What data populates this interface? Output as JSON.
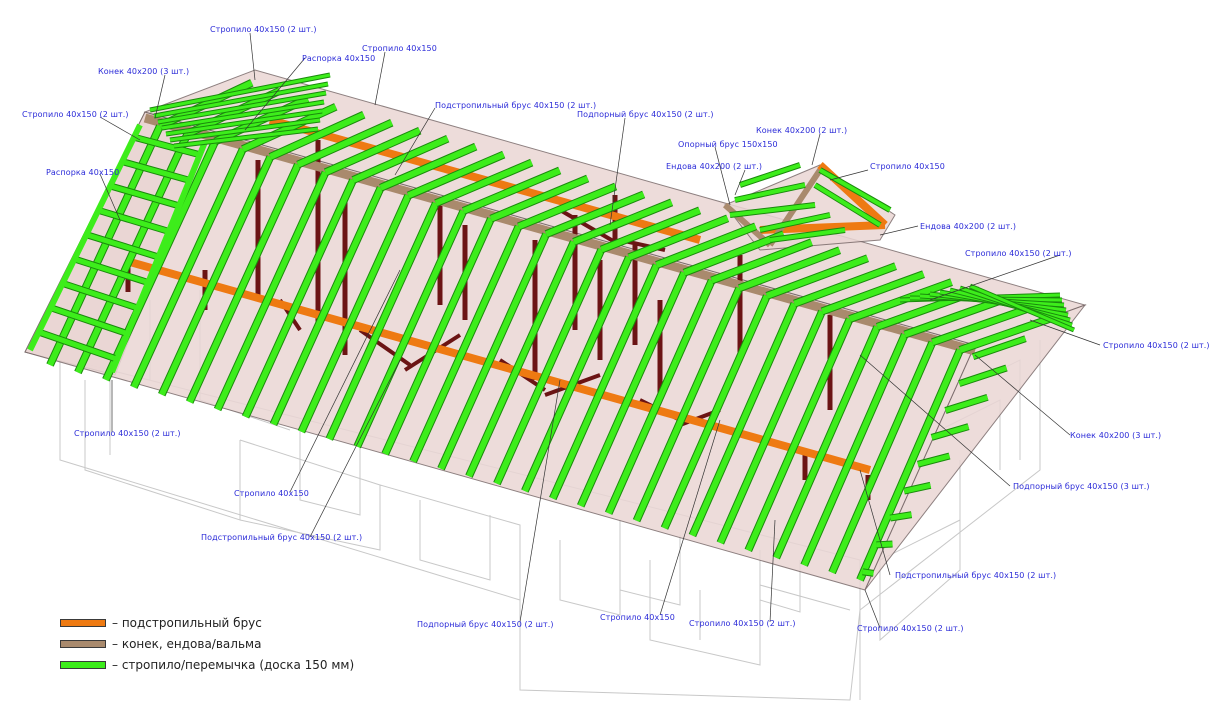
{
  "colors": {
    "rafter": "#3ded1b",
    "rafter_edge": "#1a8a0c",
    "ridge": "#a98a6d",
    "wallplate": "#ee7a12",
    "post": "#6b1414",
    "roof_fill": "#ead6d4",
    "ghost_wall": "#bdbdbd",
    "callout_text": "#2a2ad8"
  },
  "callouts": {
    "c1": "Стропило 40х150 (2 шт.)",
    "c2": "Распорка 40х150",
    "c3": "Стропило 40х150",
    "c4": "Конек 40х200 (3 шт.)",
    "c5": "Стропило 40х150 (2 шт.)",
    "c6": "Подстропильный брус 40х150 (2 шт.)",
    "c7": "Подпорный брус 40х150 (2 шт.)",
    "c8": "Опорный брус 150х150",
    "c9": "Конек 40х200 (2 шт.)",
    "c10": "Ендова 40х200 (2 шт.)",
    "c11": "Стропило 40х150",
    "c12": "Распорка 40х150",
    "c13": "Ендова 40х200 (2 шт.)",
    "c14": "Стропило 40х150 (2 шт.)",
    "c15": "Стропило 40х150 (2 шт.)",
    "c16": "Конек 40х200 (3 шт.)",
    "c17": "Стропило 40х150 (2 шт.)",
    "c18": "Подпорный брус 40х150 (3 шт.)",
    "c19": "Стропило 40х150",
    "c20": "Подстропильный брус 40х150 (2 шт.)",
    "c21": "Подстропильный брус 40х150 (2 шт.)",
    "c22": "Подпорный брус 40х150 (2 шт.)",
    "c23": "Стропило 40х150",
    "c24": "Стропило 40х150 (2 шт.)",
    "c25": "Стропило 40х150 (2 шт.)"
  },
  "legend": {
    "items": [
      {
        "key": "wallplate",
        "label": "– подстропильный брус"
      },
      {
        "key": "ridge",
        "label": "– конек, ендова/вальма"
      },
      {
        "key": "rafter",
        "label": "– стропило/перемычка (доска 150 мм)"
      }
    ]
  }
}
